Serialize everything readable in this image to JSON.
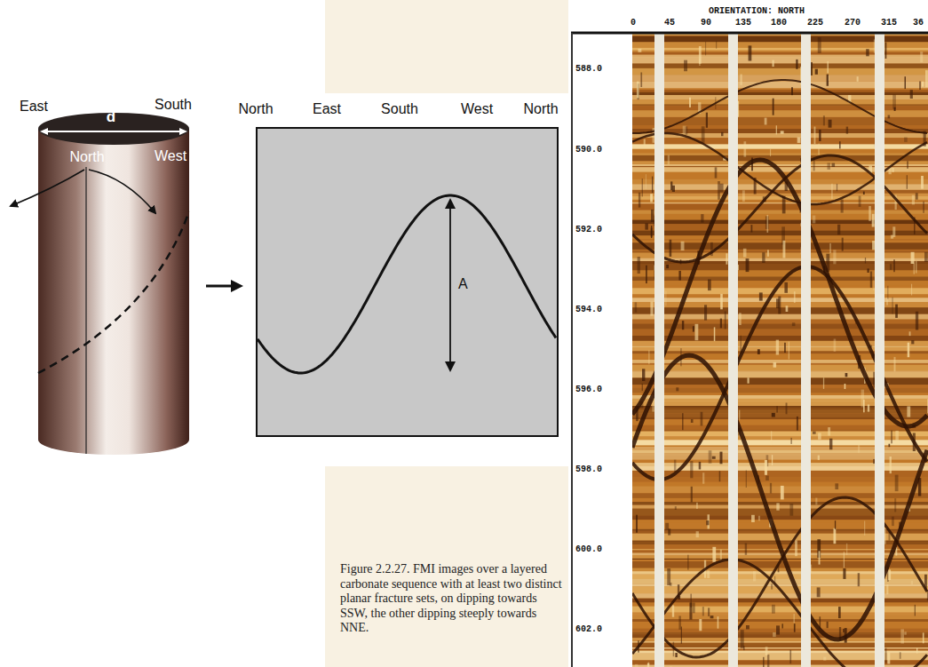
{
  "diagram": {
    "caption": "Figure 2.2.27. FMI images over a layered carbonate sequence with at least two distinct planar fracture sets, on dipping towards SSW, the other dipping steeply towards NNE.",
    "nodes": [
      {
        "text": [
          "A"
        ]
      }
    ],
    "labels": [
      "East",
      "South",
      "d",
      "North",
      "West",
      "North",
      "East",
      "South",
      "West",
      "North",
      "ORIENTATION: NORTH",
      "0",
      "45",
      "90",
      "135",
      "180",
      "225",
      "270",
      "315",
      "36",
      "588.0",
      "590.0",
      "592.0",
      "594.0",
      "596.0",
      "598.0",
      "600.0",
      "602.0"
    ]
  }
}
